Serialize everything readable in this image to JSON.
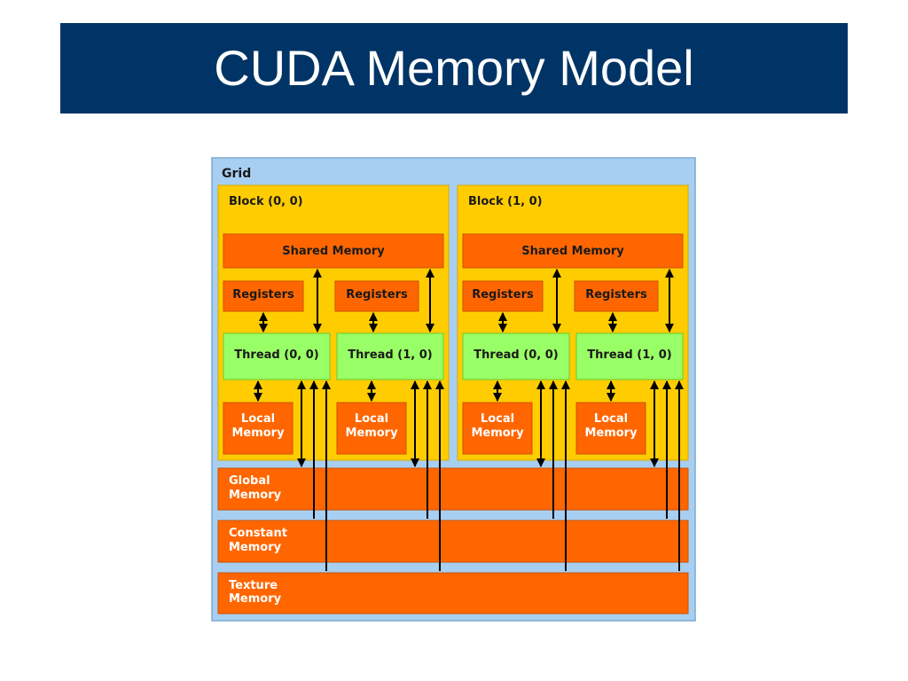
{
  "slide": {
    "title": "CUDA Memory Model"
  },
  "diagram": {
    "grid_label": "Grid",
    "blocks": [
      {
        "label": "Block (0, 0)",
        "shared_memory": "Shared Memory",
        "threads": [
          {
            "registers": "Registers",
            "label": "Thread (0, 0)",
            "local_memory": [
              "Local",
              "Memory"
            ]
          },
          {
            "registers": "Registers",
            "label": "Thread (1, 0)",
            "local_memory": [
              "Local",
              "Memory"
            ]
          }
        ]
      },
      {
        "label": "Block (1, 0)",
        "shared_memory": "Shared Memory",
        "threads": [
          {
            "registers": "Registers",
            "label": "Thread (0, 0)",
            "local_memory": [
              "Local",
              "Memory"
            ]
          },
          {
            "registers": "Registers",
            "label": "Thread (1, 0)",
            "local_memory": [
              "Local",
              "Memory"
            ]
          }
        ]
      }
    ],
    "global_memory": [
      "Global",
      "Memory"
    ],
    "constant_memory": [
      "Constant",
      "Memory"
    ],
    "texture_memory": [
      "Texture",
      "Memory"
    ],
    "colors": {
      "grid": "#a6cff2",
      "block": "#ffcc00",
      "memory": "#ff6600",
      "thread": "#99ff66"
    }
  }
}
